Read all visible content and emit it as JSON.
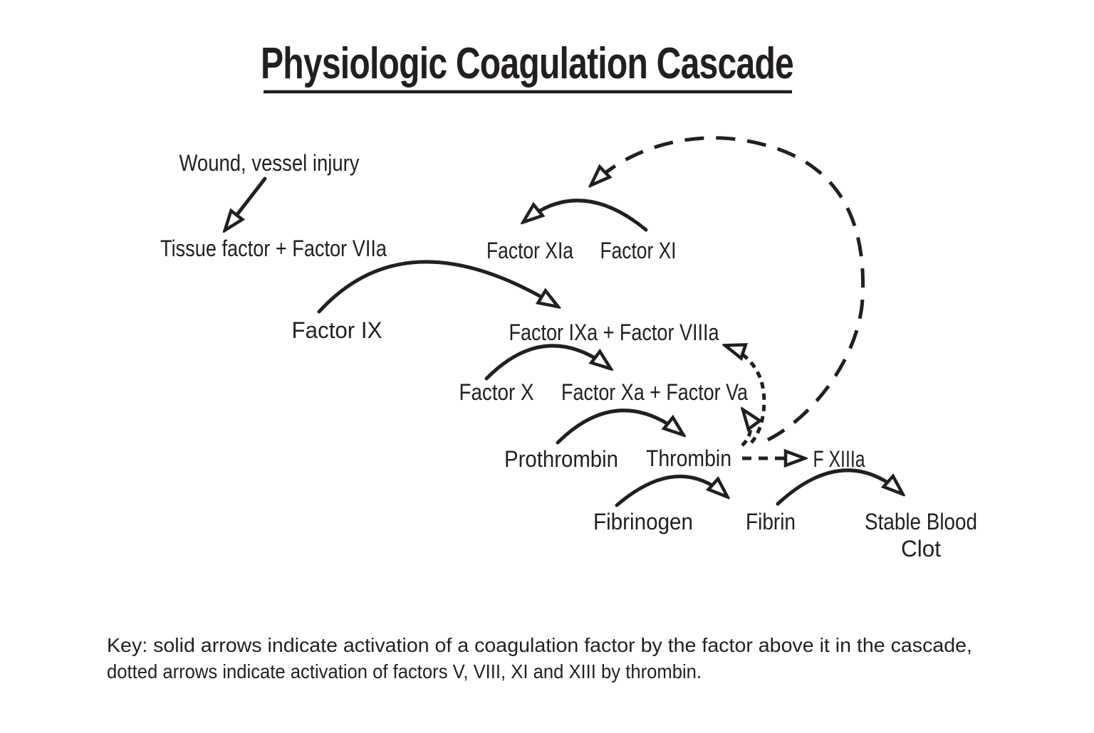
{
  "colors": {
    "ink": "#231f20",
    "background": "#ffffff"
  },
  "title": "Physiologic Coagulation Cascade",
  "nodes": {
    "wound": "Wound, vessel injury",
    "tissue_factor": "Tissue factor + Factor VIIa",
    "factor_xia": "Factor XIa",
    "factor_xi": "Factor XI",
    "factor_ix": "Factor IX",
    "factor_ixa_viiia": "Factor IXa + Factor VIIIa",
    "factor_x": "Factor X",
    "factor_xa_va": "Factor Xa + Factor Va",
    "prothrombin": "Prothrombin",
    "thrombin": "Thrombin",
    "f_xiiia": "F XIIIa",
    "fibrinogen": "Fibrinogen",
    "fibrin": "Fibrin",
    "stable_blood_clot_line1": "Stable Blood",
    "stable_blood_clot_line2": "Clot"
  },
  "key": {
    "line1": "Key: solid arrows indicate activation of a coagulation factor by the factor above it in the cascade,",
    "line2": "dotted arrows indicate activation of factors V, VIII, XI and XIII by thrombin."
  },
  "edges": [
    {
      "from": "Wound, vessel injury",
      "to": "Tissue factor + Factor VIIa",
      "style": "solid"
    },
    {
      "from": "Factor XI",
      "to": "Factor XIa",
      "style": "solid"
    },
    {
      "from": "Factor IX",
      "to": "Factor IXa + Factor VIIIa",
      "style": "solid"
    },
    {
      "from": "Factor X",
      "to": "Factor Xa + Factor Va",
      "style": "solid"
    },
    {
      "from": "Prothrombin",
      "to": "Thrombin",
      "style": "solid"
    },
    {
      "from": "Fibrinogen",
      "to": "Fibrin",
      "style": "solid"
    },
    {
      "from": "Fibrin",
      "to": "Stable Blood Clot",
      "style": "solid"
    },
    {
      "from": "Thrombin",
      "to": "F XIIIa",
      "style": "dashed"
    },
    {
      "from": "Thrombin",
      "to": "Factor Va",
      "style": "dashed"
    },
    {
      "from": "Thrombin",
      "to": "Factor VIIIa",
      "style": "dashed"
    },
    {
      "from": "Thrombin",
      "to": "Factor XI",
      "style": "dashed"
    }
  ]
}
